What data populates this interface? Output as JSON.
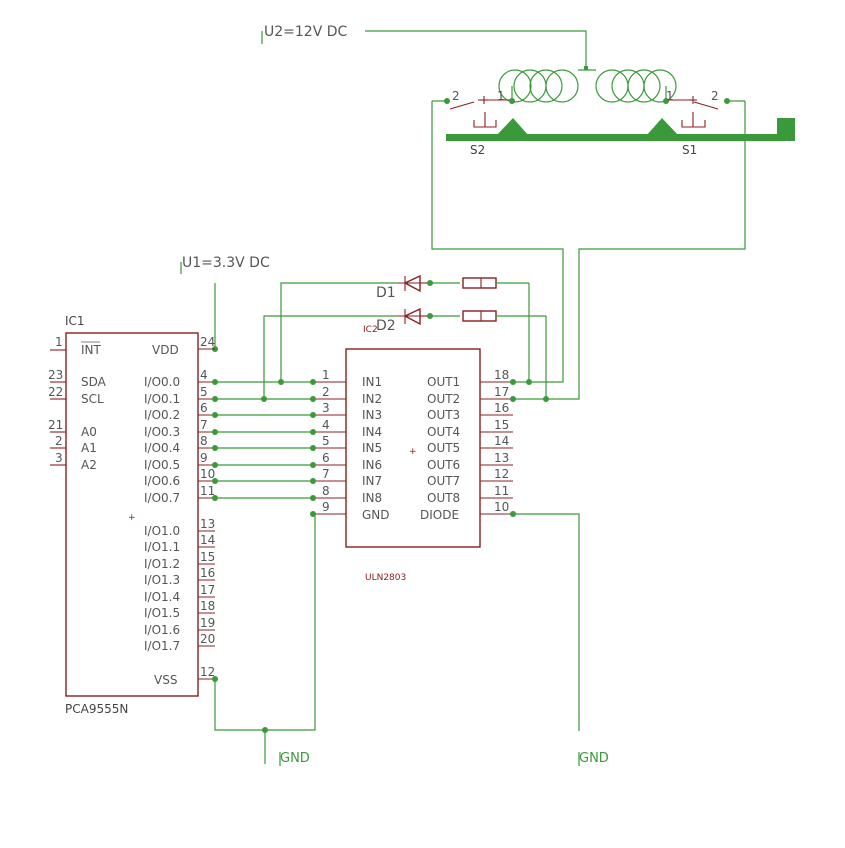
{
  "power": {
    "u2": "U2=12V DC",
    "u1": "U1=3.3V DC",
    "gnd_left": "GND",
    "gnd_right": "GND"
  },
  "ic1": {
    "ref": "IC1",
    "part": "PCA9555N",
    "pins_left": [
      {
        "num": "1",
        "name": "INT"
      },
      {
        "num": "23",
        "name": "SDA"
      },
      {
        "num": "22",
        "name": "SCL"
      },
      {
        "num": "21",
        "name": "A0"
      },
      {
        "num": "2",
        "name": "A1"
      },
      {
        "num": "3",
        "name": "A2"
      }
    ],
    "pins_right": [
      {
        "num": "24",
        "name": "VDD"
      },
      {
        "num": "4",
        "name": "I/O0.0"
      },
      {
        "num": "5",
        "name": "I/O0.1"
      },
      {
        "num": "6",
        "name": "I/O0.2"
      },
      {
        "num": "7",
        "name": "I/O0.3"
      },
      {
        "num": "8",
        "name": "I/O0.4"
      },
      {
        "num": "9",
        "name": "I/O0.5"
      },
      {
        "num": "10",
        "name": "I/O0.6"
      },
      {
        "num": "11",
        "name": "I/O0.7"
      },
      {
        "num": "13",
        "name": "I/O1.0"
      },
      {
        "num": "14",
        "name": "I/O1.1"
      },
      {
        "num": "15",
        "name": "I/O1.2"
      },
      {
        "num": "16",
        "name": "I/O1.3"
      },
      {
        "num": "17",
        "name": "I/O1.4"
      },
      {
        "num": "18",
        "name": "I/O1.5"
      },
      {
        "num": "19",
        "name": "I/O1.6"
      },
      {
        "num": "20",
        "name": "I/O1.7"
      },
      {
        "num": "12",
        "name": "VSS"
      }
    ]
  },
  "ic2": {
    "ref": "IC2",
    "part": "ULN2803",
    "pins_left": [
      {
        "num": "1",
        "name": "IN1"
      },
      {
        "num": "2",
        "name": "IN2"
      },
      {
        "num": "3",
        "name": "IN3"
      },
      {
        "num": "4",
        "name": "IN4"
      },
      {
        "num": "5",
        "name": "IN5"
      },
      {
        "num": "6",
        "name": "IN6"
      },
      {
        "num": "7",
        "name": "IN7"
      },
      {
        "num": "8",
        "name": "IN8"
      },
      {
        "num": "9",
        "name": "GND"
      }
    ],
    "pins_right": [
      {
        "num": "18",
        "name": "OUT1"
      },
      {
        "num": "17",
        "name": "OUT2"
      },
      {
        "num": "16",
        "name": "OUT3"
      },
      {
        "num": "15",
        "name": "OUT4"
      },
      {
        "num": "14",
        "name": "OUT5"
      },
      {
        "num": "13",
        "name": "OUT6"
      },
      {
        "num": "12",
        "name": "OUT7"
      },
      {
        "num": "11",
        "name": "OUT8"
      },
      {
        "num": "10",
        "name": "DIODE"
      }
    ]
  },
  "diodes": {
    "d1": "D1",
    "d2": "D2"
  },
  "switches": {
    "s2": "S2",
    "s1": "S1",
    "s2_pin_left": "2",
    "s2_pin_right": "1",
    "s1_pin_left": "1",
    "s1_pin_right": "2"
  },
  "colors": {
    "wire": "#3a9a3a",
    "part": "#8a2020",
    "text": "#555555"
  }
}
